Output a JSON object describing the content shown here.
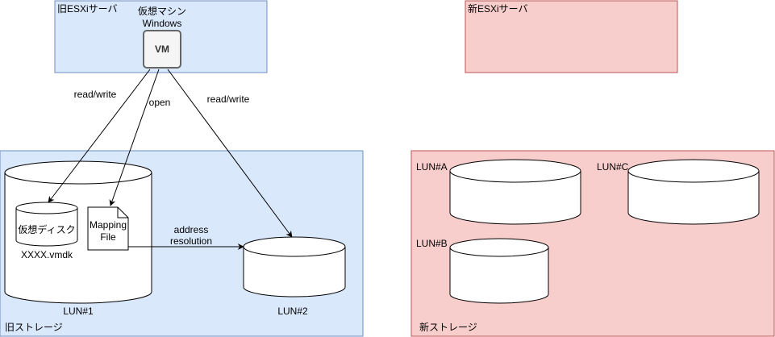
{
  "colors": {
    "blue_fill": "#dae8fc",
    "blue_stroke": "#6c8ebf",
    "red_fill": "#f8cecc",
    "red_stroke": "#b85450",
    "vm_stroke": "#666666",
    "vm_fill": "#f5f5f5"
  },
  "old_server": {
    "label": "旧ESXiサーバ"
  },
  "new_server": {
    "label": "新ESXiサーバ"
  },
  "vm": {
    "caption_line1": "仮想マシン",
    "caption_line2": "Windows",
    "label": "VM"
  },
  "old_storage": {
    "label": "旧ストレージ",
    "lun1_label": "LUN#1",
    "lun2_label": "LUN#2",
    "virtual_disk_label": "仮想ディスク",
    "vmdk_label": "XXXX.vmdk",
    "mapping_file_line1": "Mapping",
    "mapping_file_line2": "File"
  },
  "new_storage": {
    "label": "新ストレージ",
    "luns": [
      "LUN#A",
      "LUN#B",
      "LUN#C"
    ]
  },
  "edges": {
    "read_write_left": "read/write",
    "open": "open",
    "read_write_right": "read/write",
    "address_line1": "address",
    "address_line2": "resolution"
  }
}
